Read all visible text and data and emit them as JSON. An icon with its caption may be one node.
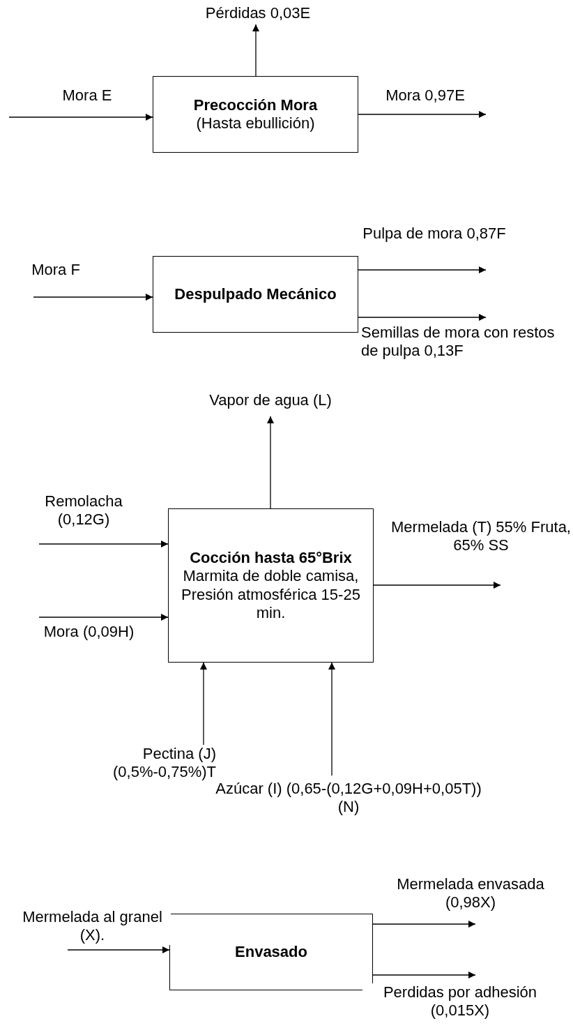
{
  "diagram": {
    "nodes": [
      {
        "text": [
          "Precocción Mora",
          "(Hasta ebullición)"
        ]
      },
      {
        "text": [
          "Despulpado Mecánico"
        ]
      },
      {
        "text": [
          "Cocción hasta 65°Brix",
          "Marmita de doble camisa, Presión atmosférica 15-25 min."
        ]
      },
      {
        "text": [
          "Envasado"
        ]
      }
    ],
    "edges": [
      {
        "from": null,
        "to": 0,
        "arrow": "to",
        "label": "Mora E"
      },
      {
        "from": 0,
        "to": null,
        "arrow": "to",
        "label": "Pérdidas 0,03E"
      },
      {
        "from": 0,
        "to": null,
        "arrow": "to",
        "label": "Mora 0,97E"
      },
      {
        "from": null,
        "to": 1,
        "arrow": "to",
        "label": "Mora F"
      },
      {
        "from": 1,
        "to": null,
        "arrow": "to",
        "label": "Pulpa de mora 0,87F"
      },
      {
        "from": 1,
        "to": null,
        "arrow": "to",
        "label": "Semillas de mora con restos de pulpa 0,13F"
      },
      {
        "from": 2,
        "to": null,
        "arrow": "to",
        "label": "Vapor de agua (L)"
      },
      {
        "from": null,
        "to": 2,
        "arrow": "to",
        "label": "Remolacha (0,12G)"
      },
      {
        "from": null,
        "to": 2,
        "arrow": "to",
        "label": "Mora (0,09H)"
      },
      {
        "from": 2,
        "to": null,
        "arrow": "to",
        "label": "Mermelada (T) 55% Fruta, 65% SS"
      },
      {
        "from": null,
        "to": 2,
        "arrow": "to",
        "label": "Pectina (J) (0,5%-0,75%)T"
      },
      {
        "from": null,
        "to": 2,
        "arrow": "to",
        "label": "Azúcar (I) (0,65-(0,12G+0,09H+0,05T)) (N)"
      },
      {
        "from": null,
        "to": 3,
        "arrow": "to",
        "label": "Mermelada al granel (X)."
      },
      {
        "from": 3,
        "to": null,
        "arrow": "to",
        "label": "Mermelada envasada (0,98X)"
      },
      {
        "from": 3,
        "to": null,
        "arrow": "to",
        "label": "Perdidas por adhesión (0,015X)"
      }
    ]
  }
}
